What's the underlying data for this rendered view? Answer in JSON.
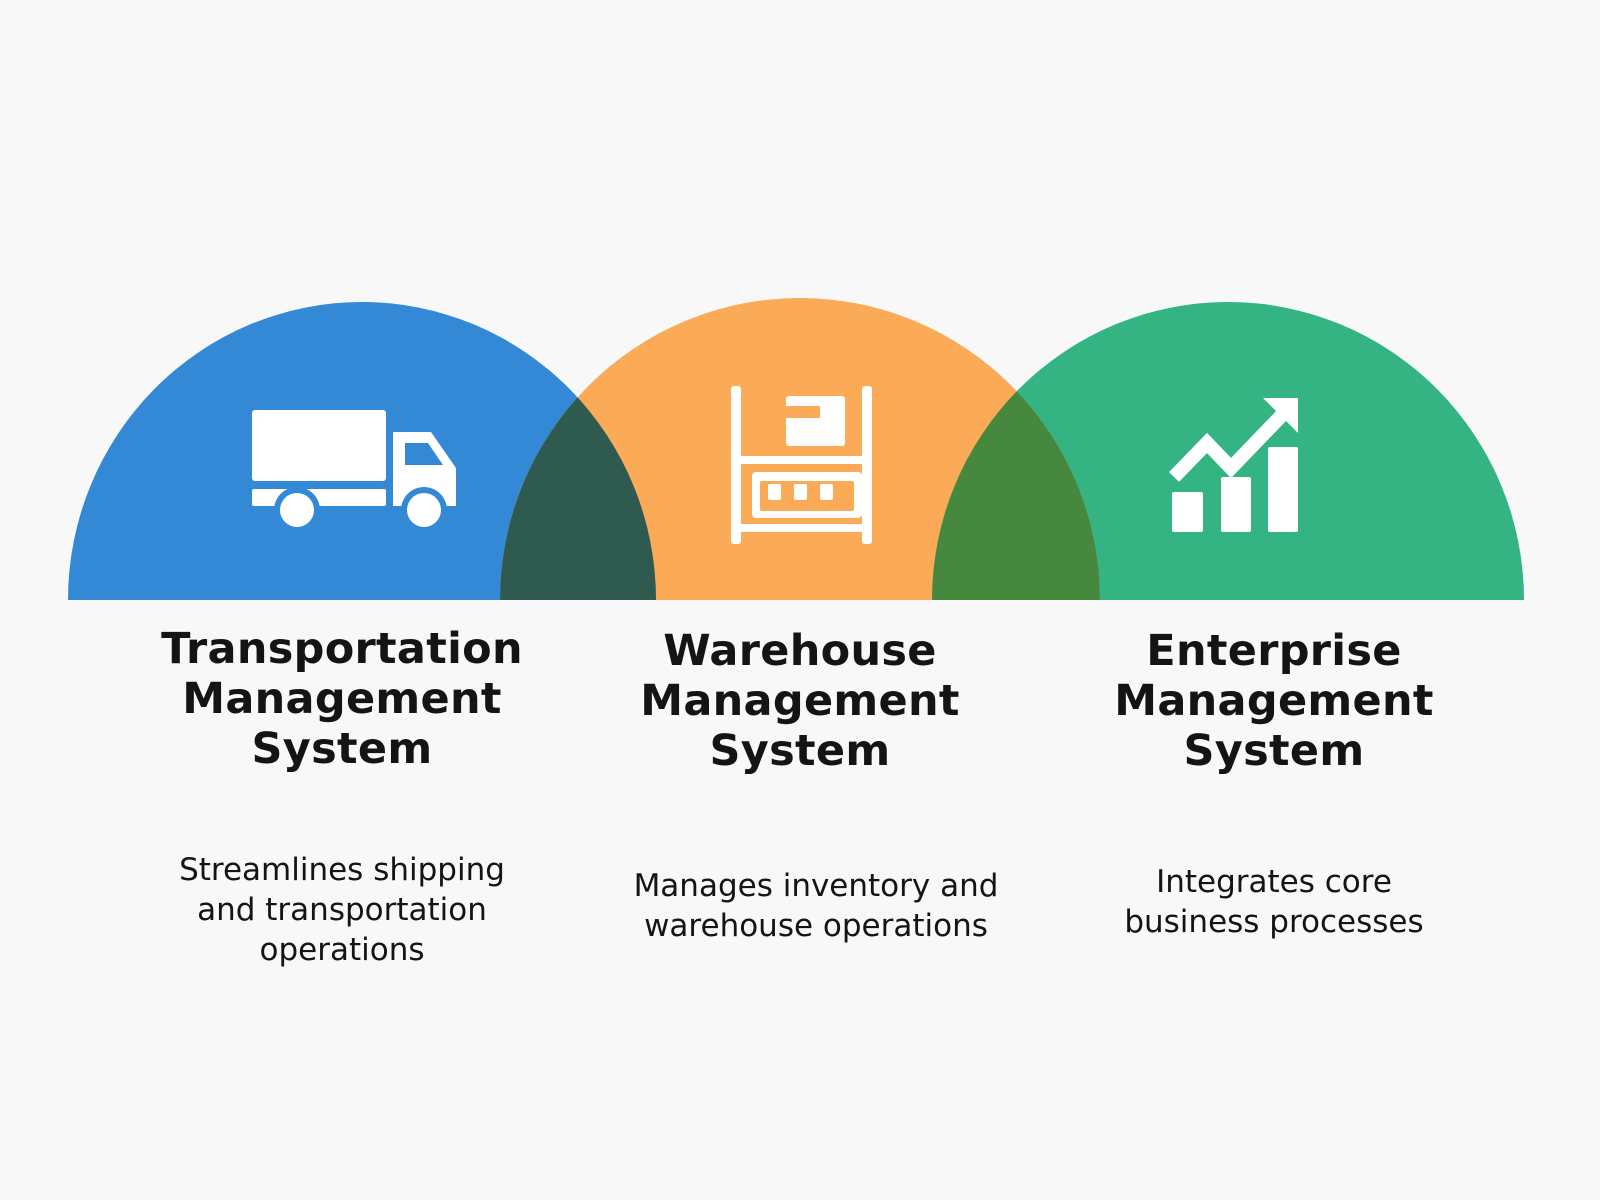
{
  "systems": [
    {
      "id": "tms",
      "title_lines": [
        "Transportation",
        "Management",
        "System"
      ],
      "description_lines": [
        "Streamlines shipping",
        "and transportation",
        "operations"
      ],
      "color": "#3489d6",
      "icon": "truck-icon"
    },
    {
      "id": "wms",
      "title_lines": [
        "Warehouse",
        "Management",
        "System"
      ],
      "description_lines": [
        "Manages inventory and",
        "warehouse operations"
      ],
      "color": "#fbaa58",
      "icon": "warehouse-shelf-icon"
    },
    {
      "id": "ems",
      "title_lines": [
        "Enterprise",
        "Management",
        "System"
      ],
      "description_lines": [
        "Integrates core",
        "business processes"
      ],
      "color": "#34b383",
      "icon": "growth-chart-icon"
    }
  ],
  "overlap_colors": {
    "tms_wms": "#2f5a4f",
    "wms_ems": "#46883e"
  },
  "icon_color": "#ffffff"
}
